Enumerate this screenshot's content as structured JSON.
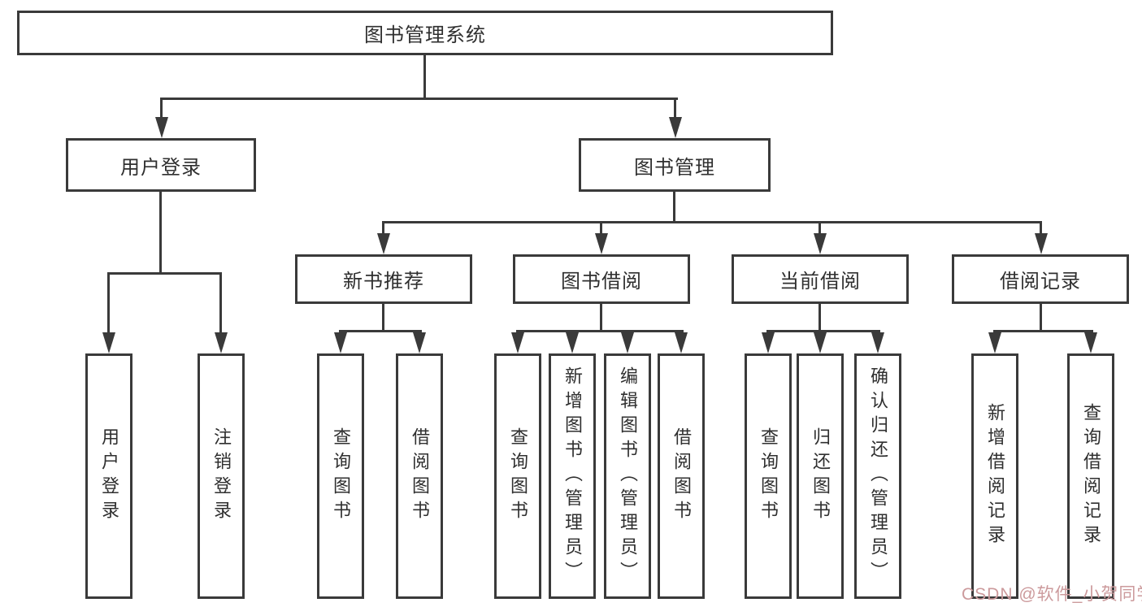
{
  "diagram": {
    "title": "图书管理系统",
    "level1": [
      {
        "id": "user-login",
        "label": "用户登录"
      },
      {
        "id": "book-management",
        "label": "图书管理"
      }
    ],
    "level2": [
      {
        "id": "new-book-recommendation",
        "parent": "图书管理",
        "label": "新书推荐"
      },
      {
        "id": "book-borrowing",
        "parent": "图书管理",
        "label": "图书借阅"
      },
      {
        "id": "current-borrowing",
        "parent": "图书管理",
        "label": "当前借阅"
      },
      {
        "id": "borrowing-records",
        "parent": "图书管理",
        "label": "借阅记录"
      }
    ],
    "level3": [
      {
        "parent": "用户登录",
        "label": "用户登录"
      },
      {
        "parent": "用户登录",
        "label": "注销登录"
      },
      {
        "parent": "新书推荐",
        "label": "查询图书"
      },
      {
        "parent": "新书推荐",
        "label": "借阅图书"
      },
      {
        "parent": "图书借阅",
        "label": "查询图书"
      },
      {
        "parent": "图书借阅",
        "label": "新增图书（管理员）"
      },
      {
        "parent": "图书借阅",
        "label": "编辑图书（管理员）"
      },
      {
        "parent": "图书借阅",
        "label": "借阅图书"
      },
      {
        "parent": "当前借阅",
        "label": "查询图书"
      },
      {
        "parent": "当前借阅",
        "label": "归还图书"
      },
      {
        "parent": "当前借阅",
        "label": "确认归还（管理员）"
      },
      {
        "parent": "借阅记录",
        "label": "新增借阅记录"
      },
      {
        "parent": "借阅记录",
        "label": "查询借阅记录"
      }
    ],
    "colors": {
      "border": "#3a3a3a",
      "text": "#2f2f2f",
      "background": "#ffffff"
    }
  },
  "watermark": {
    "text": "CSDN @软件_小贺同学",
    "color": "#cc9a9c"
  }
}
